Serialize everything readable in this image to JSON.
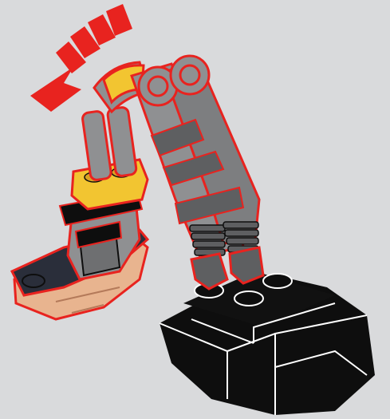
{
  "illustration": {
    "subject": "lego-robot-arm-assembly-step",
    "icons": [
      "rotate-arrow-icon",
      "robot-arm",
      "foot-plate",
      "black-base"
    ],
    "colors": {
      "background": "#d9dadc",
      "highlight_red": "#e8231f",
      "arm_gray": "#8f9092",
      "arm_dark_gray": "#5e5f61",
      "yellow": "#f2c531",
      "black": "#0e0e0e",
      "navy": "#2a2e3a",
      "tan": "#e8b48f"
    }
  }
}
